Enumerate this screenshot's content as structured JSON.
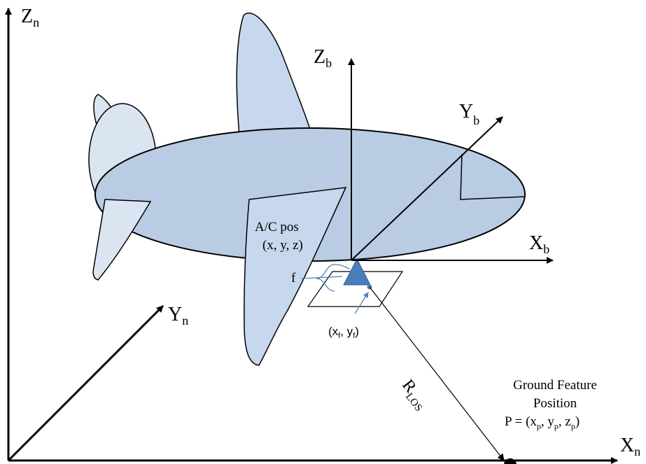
{
  "nav_frame": {
    "z_axis": {
      "main": "Z",
      "sub": "n"
    },
    "y_axis": {
      "main": "Y",
      "sub": "n"
    },
    "x_axis": {
      "main": "X",
      "sub": "n"
    }
  },
  "body_frame": {
    "z_axis": {
      "main": "Z",
      "sub": "b"
    },
    "y_axis": {
      "main": "Y",
      "sub": "b"
    },
    "x_axis": {
      "main": "X",
      "sub": "b"
    }
  },
  "aircraft": {
    "pos_line1": "A/C pos",
    "pos_line2": "(x, y, z)"
  },
  "camera": {
    "focal_label": "f",
    "image_point": {
      "open": "(x",
      "sub1": "f",
      "mid": ", y",
      "sub2": "f",
      "close": ")"
    }
  },
  "los": {
    "main": "R",
    "sub": "LOS"
  },
  "ground_feature": {
    "line1": "Ground Feature",
    "line2": "Position",
    "eq": {
      "a": "P = (x",
      "s1": "p",
      "b": ", y",
      "s2": "p",
      "c": ", z",
      "s3": "p",
      "d": ")"
    }
  },
  "colors": {
    "fuselage": "#b9cce4",
    "wing": "#c7d7ee",
    "tail": "#dbe5f1",
    "camera": "#4a7ebb",
    "accent": "#4f81bd"
  }
}
